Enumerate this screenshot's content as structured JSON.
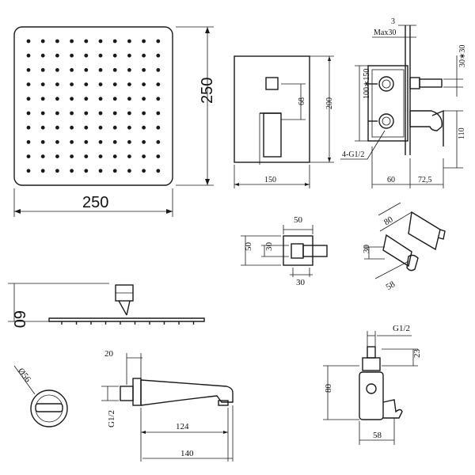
{
  "labels": {
    "shower_width": "250",
    "shower_height": "250",
    "plate_width": "150",
    "plate_height": "200",
    "lever_height": "68",
    "valve_top_3": "3",
    "valve_max30": "Max30",
    "valve_30_30": "30∗30",
    "valve_100_150": "100∗150",
    "valve_g12": "4-G1/2",
    "valve_60": "60",
    "valve_72_5": "72,5",
    "valve_110": "110",
    "outlet_width": "50",
    "outlet_height": "50",
    "outlet_inner_30": "30",
    "outlet_bottom_30": "30",
    "holder_80": "80",
    "holder_30": "30",
    "holder_58": "58",
    "side_60": "60",
    "round_d56": "Ø56",
    "spout_20": "20",
    "spout_g12": "G1/2",
    "spout_124": "124",
    "spout_140": "140",
    "hand_g12": "G1/2",
    "hand_23": "23",
    "hand_80": "80",
    "hand_58": "58"
  }
}
